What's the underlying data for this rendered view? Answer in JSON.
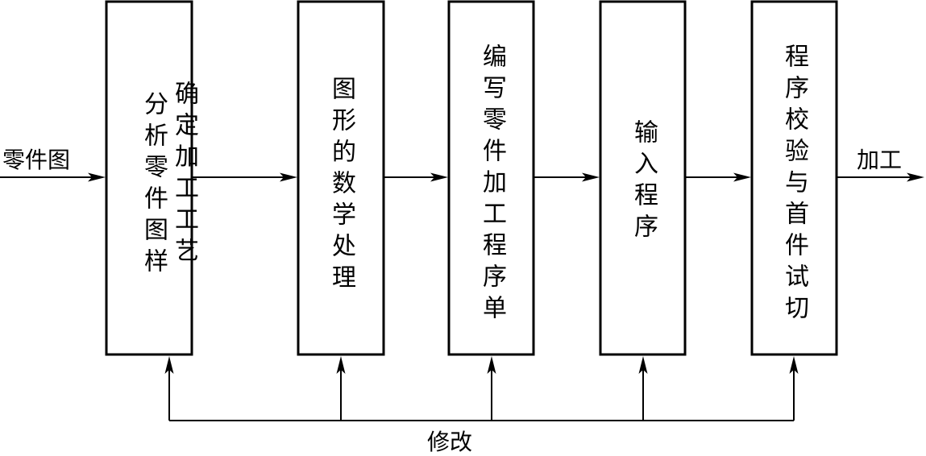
{
  "diagram": {
    "input_label": "零件图",
    "output_label": "加工",
    "feedback_label": "修改",
    "steps": [
      {
        "columns": [
          "分析零件图样",
          "确定加工工艺"
        ]
      },
      {
        "text": "图形的数学处理"
      },
      {
        "text": "编写零件加工程序单"
      },
      {
        "text": "输入程序"
      },
      {
        "text": "程序校验与首件试切"
      }
    ]
  },
  "colors": {
    "line": "#000000",
    "background": "#ffffff"
  }
}
